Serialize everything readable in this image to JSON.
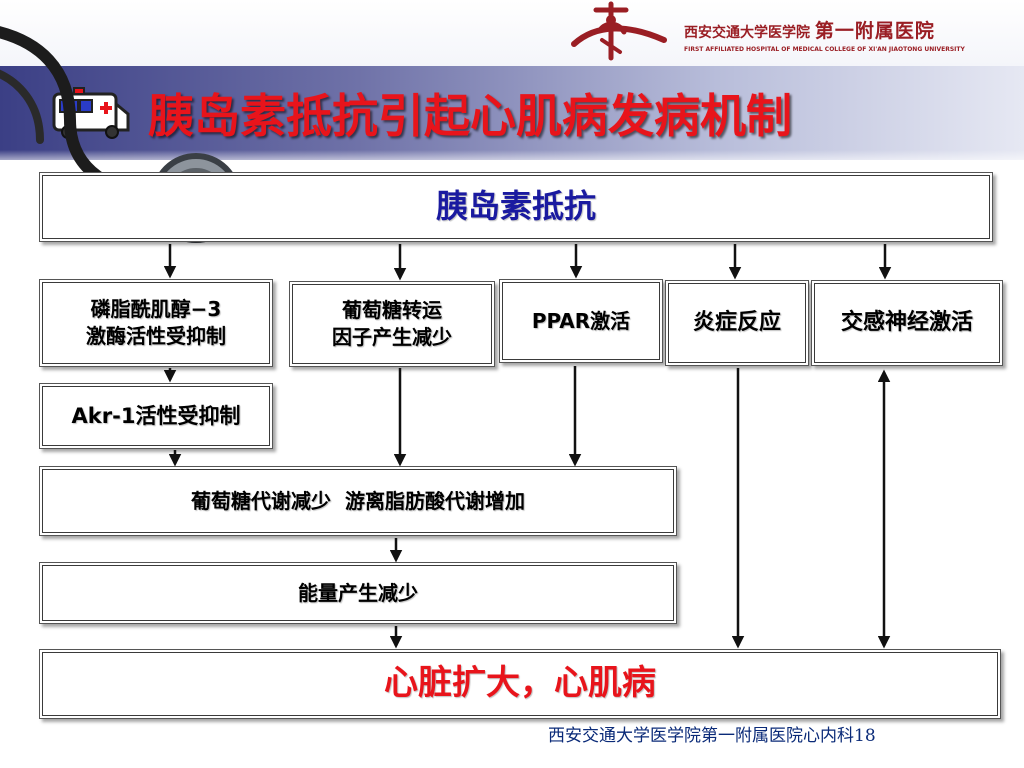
{
  "slide": {
    "title": "胰岛素抵抗引起心肌病发病机制",
    "footer_text": "西安交通大学医学院第一附属医院心内科",
    "page_number": "18"
  },
  "header": {
    "logo_calligraphy": "西安交通大学医学院",
    "logo_brand": "第一附属医院",
    "logo_english": "FIRST AFFILIATED HOSPITAL OF MEDICAL COLLEGE OF XI'AN JIAOTONG UNIVERSITY"
  },
  "diagram": {
    "insulin_resistance": "胰岛素抵抗",
    "pi3k_line1": "磷脂酰肌醇−3",
    "pi3k_line2": "激酶活性受抑制",
    "glut_line1": "葡萄糖转运",
    "glut_line2": "因子产生减少",
    "ppar": "PPAR激活",
    "inflammation": "炎症反应",
    "sympathetic": "交感神经激活",
    "akr1": "Akr-1活性受抑制",
    "metabolism": "葡萄糖代谢减少  游离脂肪酸代谢增加",
    "energy": "能量产生减少",
    "outcome": "心脏扩大，心肌病"
  },
  "colors": {
    "title_red": "#e8141b",
    "heading_blue": "#1a1aa0",
    "band_dark": "#3b3f85",
    "logo_red": "#9a1e24",
    "footer_blue": "#0a2a78"
  },
  "icons": [
    "ambulance-icon",
    "stethoscope-icon",
    "hospital-emblem-icon"
  ]
}
